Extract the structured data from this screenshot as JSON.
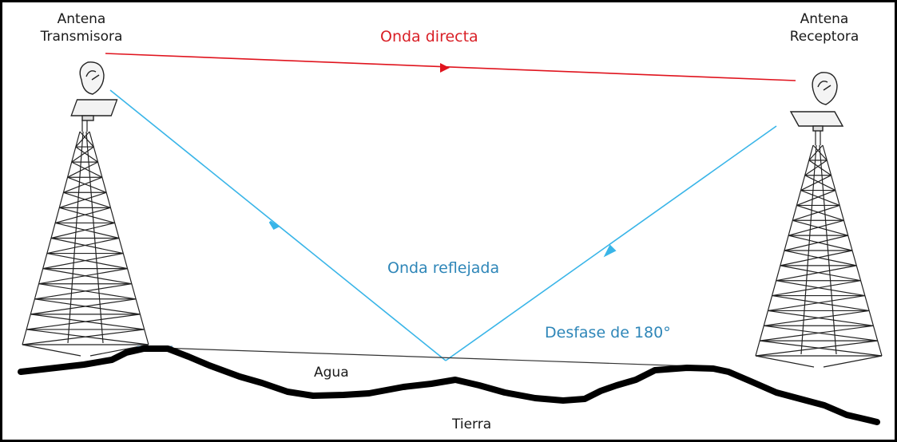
{
  "labels": {
    "tx_line1": "Antena",
    "tx_line2": "Transmisora",
    "rx_line1": "Antena",
    "rx_line2": "Receptora",
    "direct_wave": "Onda directa",
    "reflected_wave": "Onda reflejada",
    "phase_shift": "Desfase de 180°",
    "water": "Agua",
    "ground": "Tierra"
  },
  "colors": {
    "direct": "#e0141e",
    "reflected": "#39b5e8",
    "ground": "#000000",
    "tower": "#222222"
  }
}
